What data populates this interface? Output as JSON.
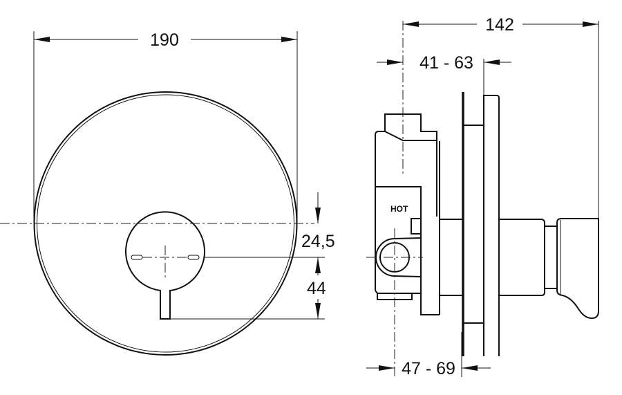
{
  "front_view": {
    "diameter": "190",
    "knob_offset": "24,5",
    "knob_to_stem": "44"
  },
  "side_view": {
    "overall_depth": "142",
    "wall_range_top": "41 - 63",
    "wall_range_bottom": "47 - 69",
    "hot_label": "HOT"
  }
}
